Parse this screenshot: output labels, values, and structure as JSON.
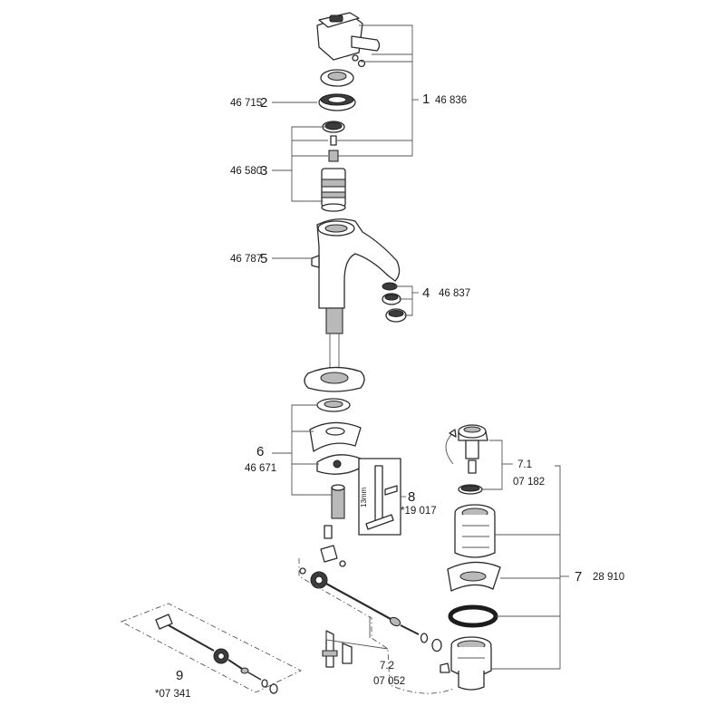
{
  "callouts": [
    {
      "id": "c1",
      "number": "1",
      "code": "46 836"
    },
    {
      "id": "c2",
      "number": "2",
      "code": "46 715"
    },
    {
      "id": "c3",
      "number": "3",
      "code": "46 580"
    },
    {
      "id": "c4",
      "number": "4",
      "code": "46 837"
    },
    {
      "id": "c5",
      "number": "5",
      "code": "46 787"
    },
    {
      "id": "c6",
      "number": "6",
      "code": "46 671"
    },
    {
      "id": "c8",
      "number": "8",
      "code": "*19 017"
    },
    {
      "id": "c71",
      "number": "7.1",
      "code": "07 182"
    },
    {
      "id": "c7",
      "number": "7",
      "code": "28 910"
    },
    {
      "id": "c72",
      "number": "7.2",
      "code": "07 052"
    },
    {
      "id": "c9",
      "number": "9",
      "code": "*07 341"
    }
  ],
  "tool_label": "13mm"
}
